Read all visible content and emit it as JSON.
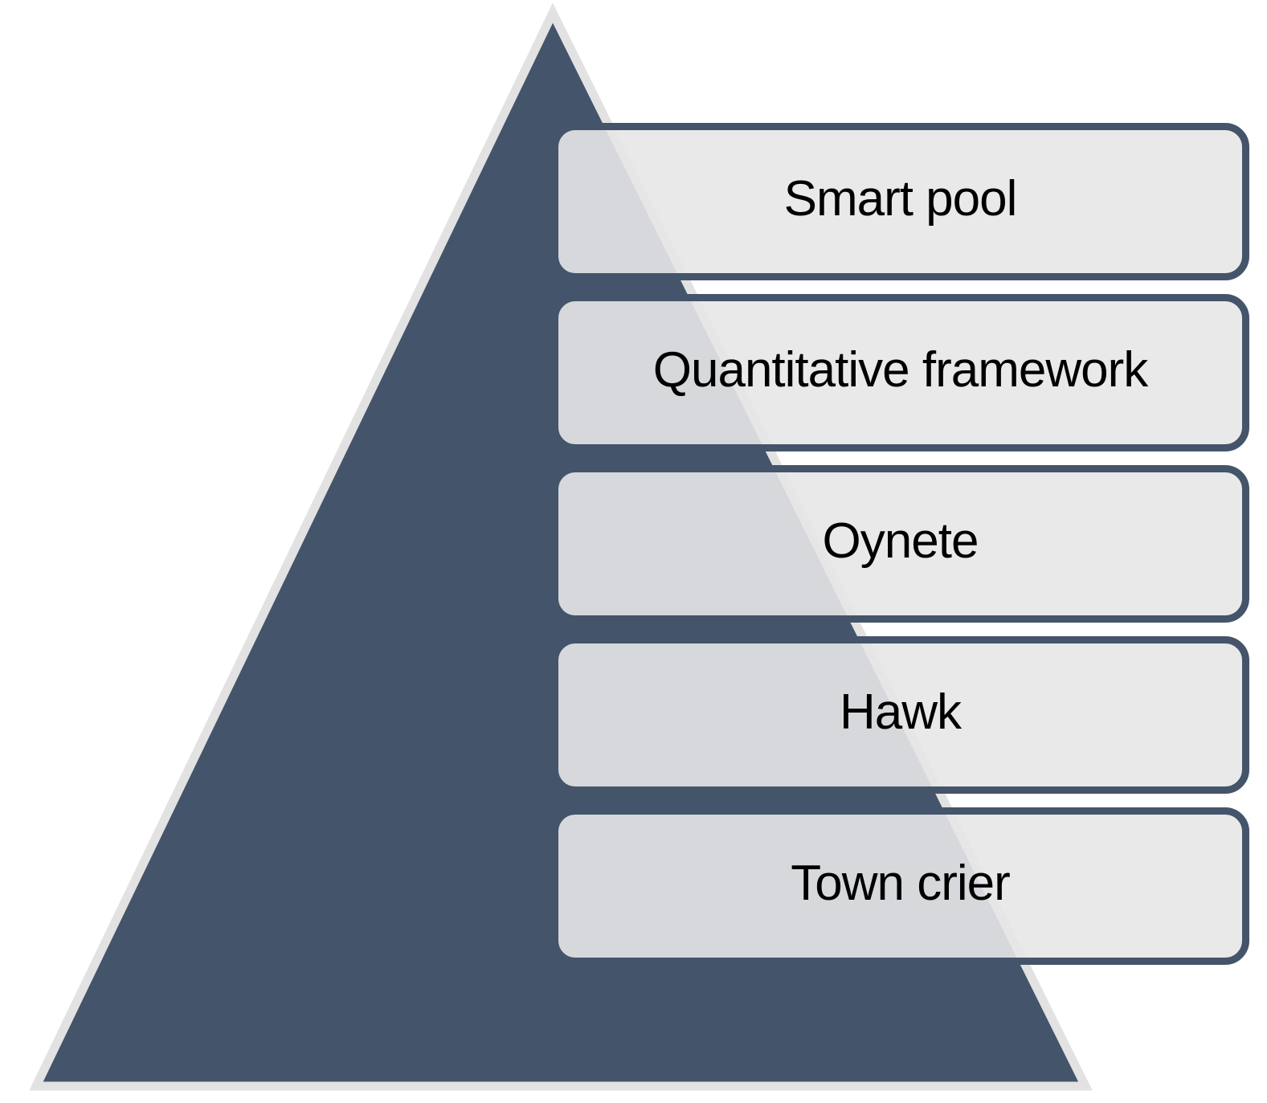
{
  "diagram": {
    "type": "pyramid-list",
    "levels": [
      {
        "label": "Smart pool"
      },
      {
        "label": "Quantitative framework"
      },
      {
        "label": "Oynete"
      },
      {
        "label": "Hawk"
      },
      {
        "label": "Town crier"
      }
    ],
    "colors": {
      "triangle_fill": "#44546A",
      "triangle_outline": "#E2E2E2",
      "box_border": "#44546A",
      "box_fill": "#E7E7E8",
      "text": "#000000",
      "background": "#FFFFFF"
    }
  }
}
